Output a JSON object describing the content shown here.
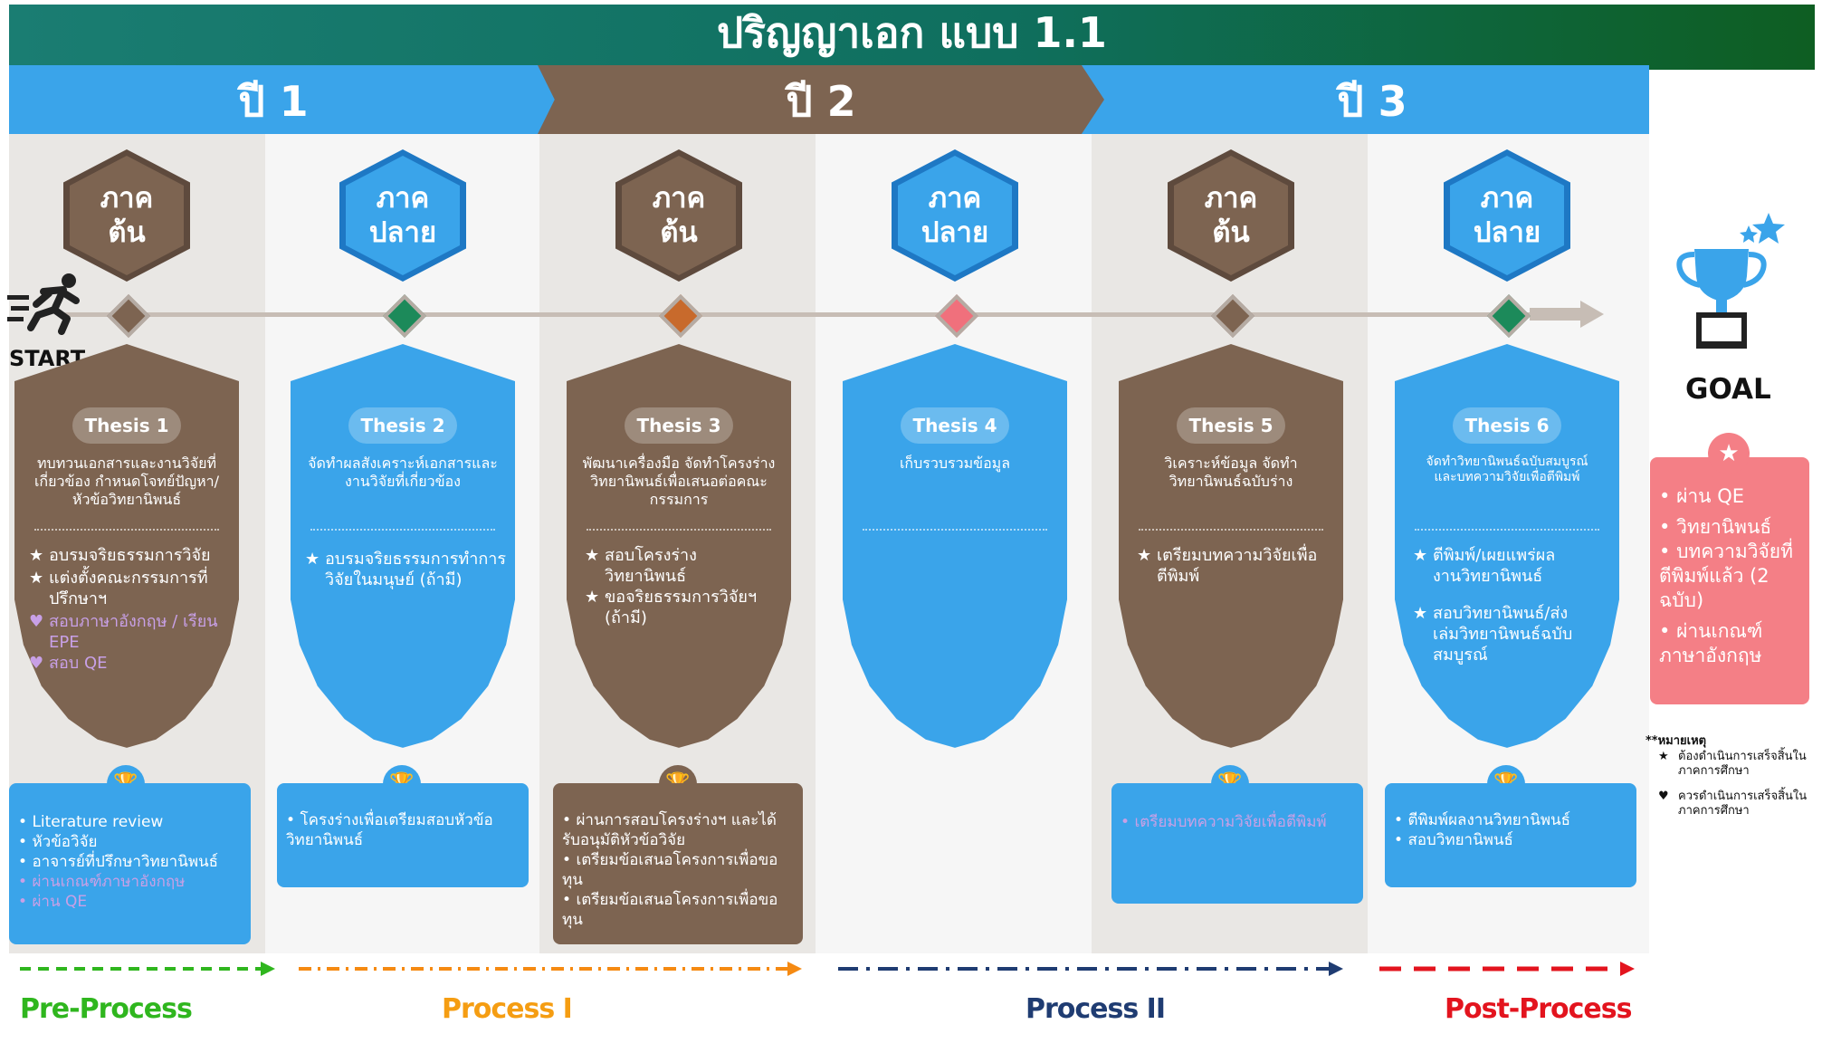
{
  "title": "ปริญญาเอก แบบ 1.1",
  "years": [
    "ปี 1",
    "ปี 2",
    "ปี 3"
  ],
  "start_label": "START",
  "goal_label": "GOAL",
  "semesters": [
    {
      "hex_line1": "ภาค",
      "hex_line2": "ต้น",
      "thesis": "Thesis 1",
      "desc": "ทบทวนเอกสารและงานวิจัยที่เกี่ยวข้อง กำหนดโจทย์ปัญหา/หัวข้อวิทยานิพนธ์",
      "items": [
        {
          "mark": "★",
          "text": "อบรมจริยธรรมการวิจัย",
          "style": "normal"
        },
        {
          "mark": "★",
          "text": "แต่งตั้งคณะกรรมการที่ปรึกษาฯ",
          "style": "normal"
        },
        {
          "mark": "♥",
          "text": "สอบภาษาอังกฤษ / เรียน EPE",
          "style": "purple"
        },
        {
          "mark": "♥",
          "text": "สอบ QE",
          "style": "purple"
        }
      ],
      "outputs": [
        "Literature review",
        "หัวข้อวิจัย",
        "อาจารย์ที่ปรึกษาวิทยานิพนธ์",
        "ผ่านเกณฑ์ภาษาอังกฤษ",
        "ผ่าน QE"
      ]
    },
    {
      "hex_line1": "ภาค",
      "hex_line2": "ปลาย",
      "thesis": "Thesis 2",
      "desc": "จัดทำผลสังเคราะห์เอกสารและงานวิจัยที่เกี่ยวข้อง",
      "items": [
        {
          "mark": "★",
          "text": "อบรมจริยธรรมการทำการวิจัยในมนุษย์ (ถ้ามี)",
          "style": "normal"
        }
      ],
      "outputs": [
        "โครงร่างเพื่อเตรียมสอบหัวข้อวิทยานิพนธ์"
      ]
    },
    {
      "hex_line1": "ภาค",
      "hex_line2": "ต้น",
      "thesis": "Thesis 3",
      "desc": "พัฒนาเครื่องมือ จัดทำโครงร่างวิทยานิพนธ์เพื่อเสนอต่อคณะกรรมการ",
      "items": [
        {
          "mark": "★",
          "text": "สอบโครงร่างวิทยานิพนธ์",
          "style": "normal"
        },
        {
          "mark": "★",
          "text": "ขอจริยธรรมการวิจัยฯ (ถ้ามี)",
          "style": "normal"
        }
      ],
      "outputs": [
        "ผ่านการสอบโครงร่างฯ และได้รับอนุมัติหัวข้อวิจัย",
        "เตรียมข้อเสนอโครงการเพื่อขอทุน",
        "เตรียมข้อเสนอโครงการเพื่อขอทุน"
      ]
    },
    {
      "hex_line1": "ภาค",
      "hex_line2": "ปลาย",
      "thesis": "Thesis 4",
      "desc": "เก็บรวบรวมข้อมูล",
      "items": [],
      "outputs": []
    },
    {
      "hex_line1": "ภาค",
      "hex_line2": "ต้น",
      "thesis": "Thesis 5",
      "desc": "วิเคราะห์ข้อมูล จัดทำวิทยานิพนธ์ฉบับร่าง",
      "items": [
        {
          "mark": "★",
          "text": "เตรียมบทความวิจัยเพื่อตีพิมพ์",
          "style": "normal"
        }
      ],
      "outputs": [
        "เตรียมบทความวิจัยเพื่อตีพิมพ์"
      ]
    },
    {
      "hex_line1": "ภาค",
      "hex_line2": "ปลาย",
      "thesis": "Thesis 6",
      "desc": "จัดทำวิทยานิพนธ์ฉบับสมบูรณ์และบทความวิจัยเพื่อตีพิมพ์",
      "items": [
        {
          "mark": "★",
          "text": "ตีพิมพ์/เผยแพร่ผลงานวิทยานิพนธ์",
          "style": "normal"
        },
        {
          "mark": "★",
          "text": "สอบวิทยานิพนธ์/ส่งเล่มวิทยานิพนธ์ฉบับสมบูรณ์",
          "style": "normal"
        }
      ],
      "outputs": [
        "ตีพิมพ์ผลงานวิทยานิพนธ์",
        "สอบวิทยานิพนธ์"
      ]
    }
  ],
  "goal_items": [
    "ผ่าน QE",
    "วิทยานิพนธ์",
    "บทความวิจัยที่ตีพิมพ์แล้ว (2 ฉบับ)",
    "ผ่านเกณฑ์ภาษาอังกฤษ"
  ],
  "notes": {
    "title": "**หมายเหตุ",
    "items": [
      {
        "mark": "★",
        "text": "ต้องดำเนินการเสร็จสิ้นในภาคการศึกษา"
      },
      {
        "mark": "♥",
        "text": "ควรดำเนินการเสร็จสิ้นในภาคการศึกษา"
      }
    ]
  },
  "processes": [
    {
      "label": "Pre-Process",
      "color": "#2fb61e"
    },
    {
      "label": "Process I",
      "color": "#f58a12"
    },
    {
      "label": "Process II",
      "color": "#1f3c72"
    },
    {
      "label": "Post-Process",
      "color": "#e3141e"
    }
  ],
  "colors": {
    "brown": "#7d6451",
    "blue": "#3aa4ea",
    "dark_blue": "#1e78c4",
    "pink": "#f47f86",
    "gray_col": "#e9e7e4"
  }
}
